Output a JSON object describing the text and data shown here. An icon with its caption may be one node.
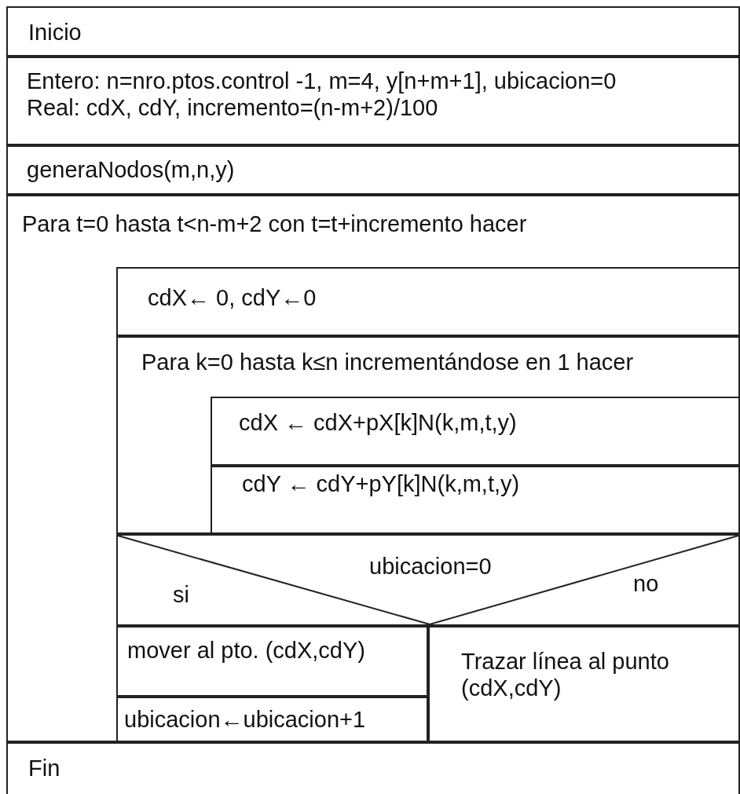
{
  "diagram": {
    "nodes": [
      {
        "text": [
          "Inicio"
        ]
      },
      {
        "text": [
          "Entero: n=nro.ptos.control -1, m=4, y[n+m+1], ubicacion=0",
          "Real: cdX, cdY, incremento=(n-m+2)/100"
        ]
      },
      {
        "text": [
          "generaNodos(m,n,y)"
        ]
      },
      {
        "text": [
          "Para t=0 hasta t<n-m+2  con t=t+incremento hacer"
        ]
      },
      {
        "text": [
          "cdX← 0, cdY←0"
        ],
        "in": 3
      },
      {
        "text": [
          "Para k=0 hasta k≤n incrementándose en 1 hacer"
        ],
        "in": 3
      },
      {
        "text": [
          "cdX ← cdX+pX[k]N(k,m,t,y)"
        ],
        "in": 5
      },
      {
        "text": [
          "cdY ← cdY+pY[k]N(k,m,t,y)"
        ],
        "in": 5
      },
      {
        "text": [
          "ubicacion=0",
          "si",
          "no"
        ],
        "in": 3
      },
      {
        "text": [
          "mover al pto. (cdX,cdY)"
        ],
        "in": 3
      },
      {
        "text": [
          "ubicacion←ubicacion+1"
        ],
        "in": 3
      },
      {
        "text": [
          "Trazar línea al punto (cdX,cdY)"
        ],
        "in": 3
      },
      {
        "text": [
          "Fin"
        ]
      }
    ]
  }
}
